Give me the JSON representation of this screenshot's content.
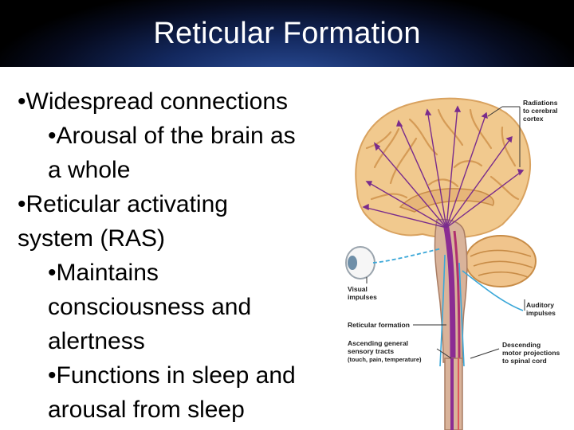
{
  "slide": {
    "title": "Reticular Formation",
    "bullets": [
      {
        "level": 1,
        "lines": [
          "•Widespread connections"
        ]
      },
      {
        "level": 2,
        "lines": [
          "•Arousal of the brain as",
          "a whole"
        ]
      },
      {
        "level": 1,
        "lines": [
          "•Reticular activating",
          "system (RAS)"
        ]
      },
      {
        "level": 2,
        "lines": [
          "•Maintains",
          "consciousness and",
          "alertness"
        ]
      },
      {
        "level": 2,
        "lines": [
          "•Functions in sleep and",
          "arousal from sleep"
        ]
      }
    ]
  },
  "figure": {
    "labels": {
      "radiations": [
        "Radiations",
        "to cerebral",
        "cortex"
      ],
      "visual": [
        "Visual",
        "impulses"
      ],
      "reticular": [
        "Reticular formation"
      ],
      "ascending": [
        "Ascending general",
        "sensory tracts",
        "(touch, pain, temperature)"
      ],
      "auditory": [
        "Auditory",
        "impulses"
      ],
      "descending": [
        "Descending",
        "motor projections",
        "to spinal cord"
      ]
    },
    "colors": {
      "title_bg": "#0a1633",
      "brain": "#f1c98e",
      "sulci": "#d9a25f",
      "arrows": "#7a2c8c",
      "sensory": "#3aa7d8",
      "stem": "#c99a7a"
    }
  }
}
